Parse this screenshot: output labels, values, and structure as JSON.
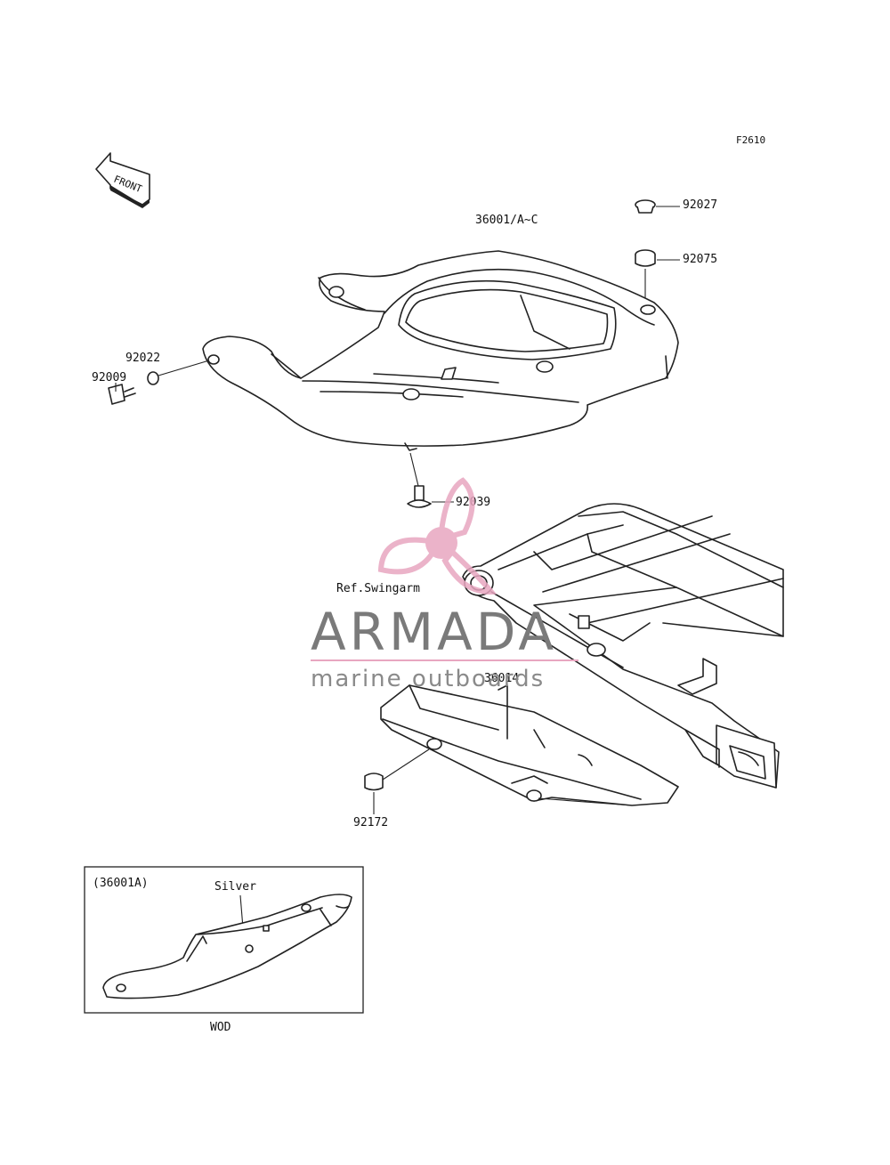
{
  "diagram": {
    "figure_code": "F2610",
    "front_label": "FRONT",
    "labels": {
      "p36001": "36001/A~C",
      "p92027": "92027",
      "p92075": "92075",
      "p92022": "92022",
      "p92009": "92009",
      "p92039": "92039",
      "ref_swingarm": "Ref.Swingarm",
      "p36014": "36014",
      "p92172": "92172"
    },
    "inset": {
      "title": "(36001A)",
      "color_label": "Silver",
      "caption": "WOD"
    }
  },
  "watermark": {
    "brand": "ARMADA",
    "tagline": "marine outboards",
    "logo_color": "#e8a6c0"
  }
}
